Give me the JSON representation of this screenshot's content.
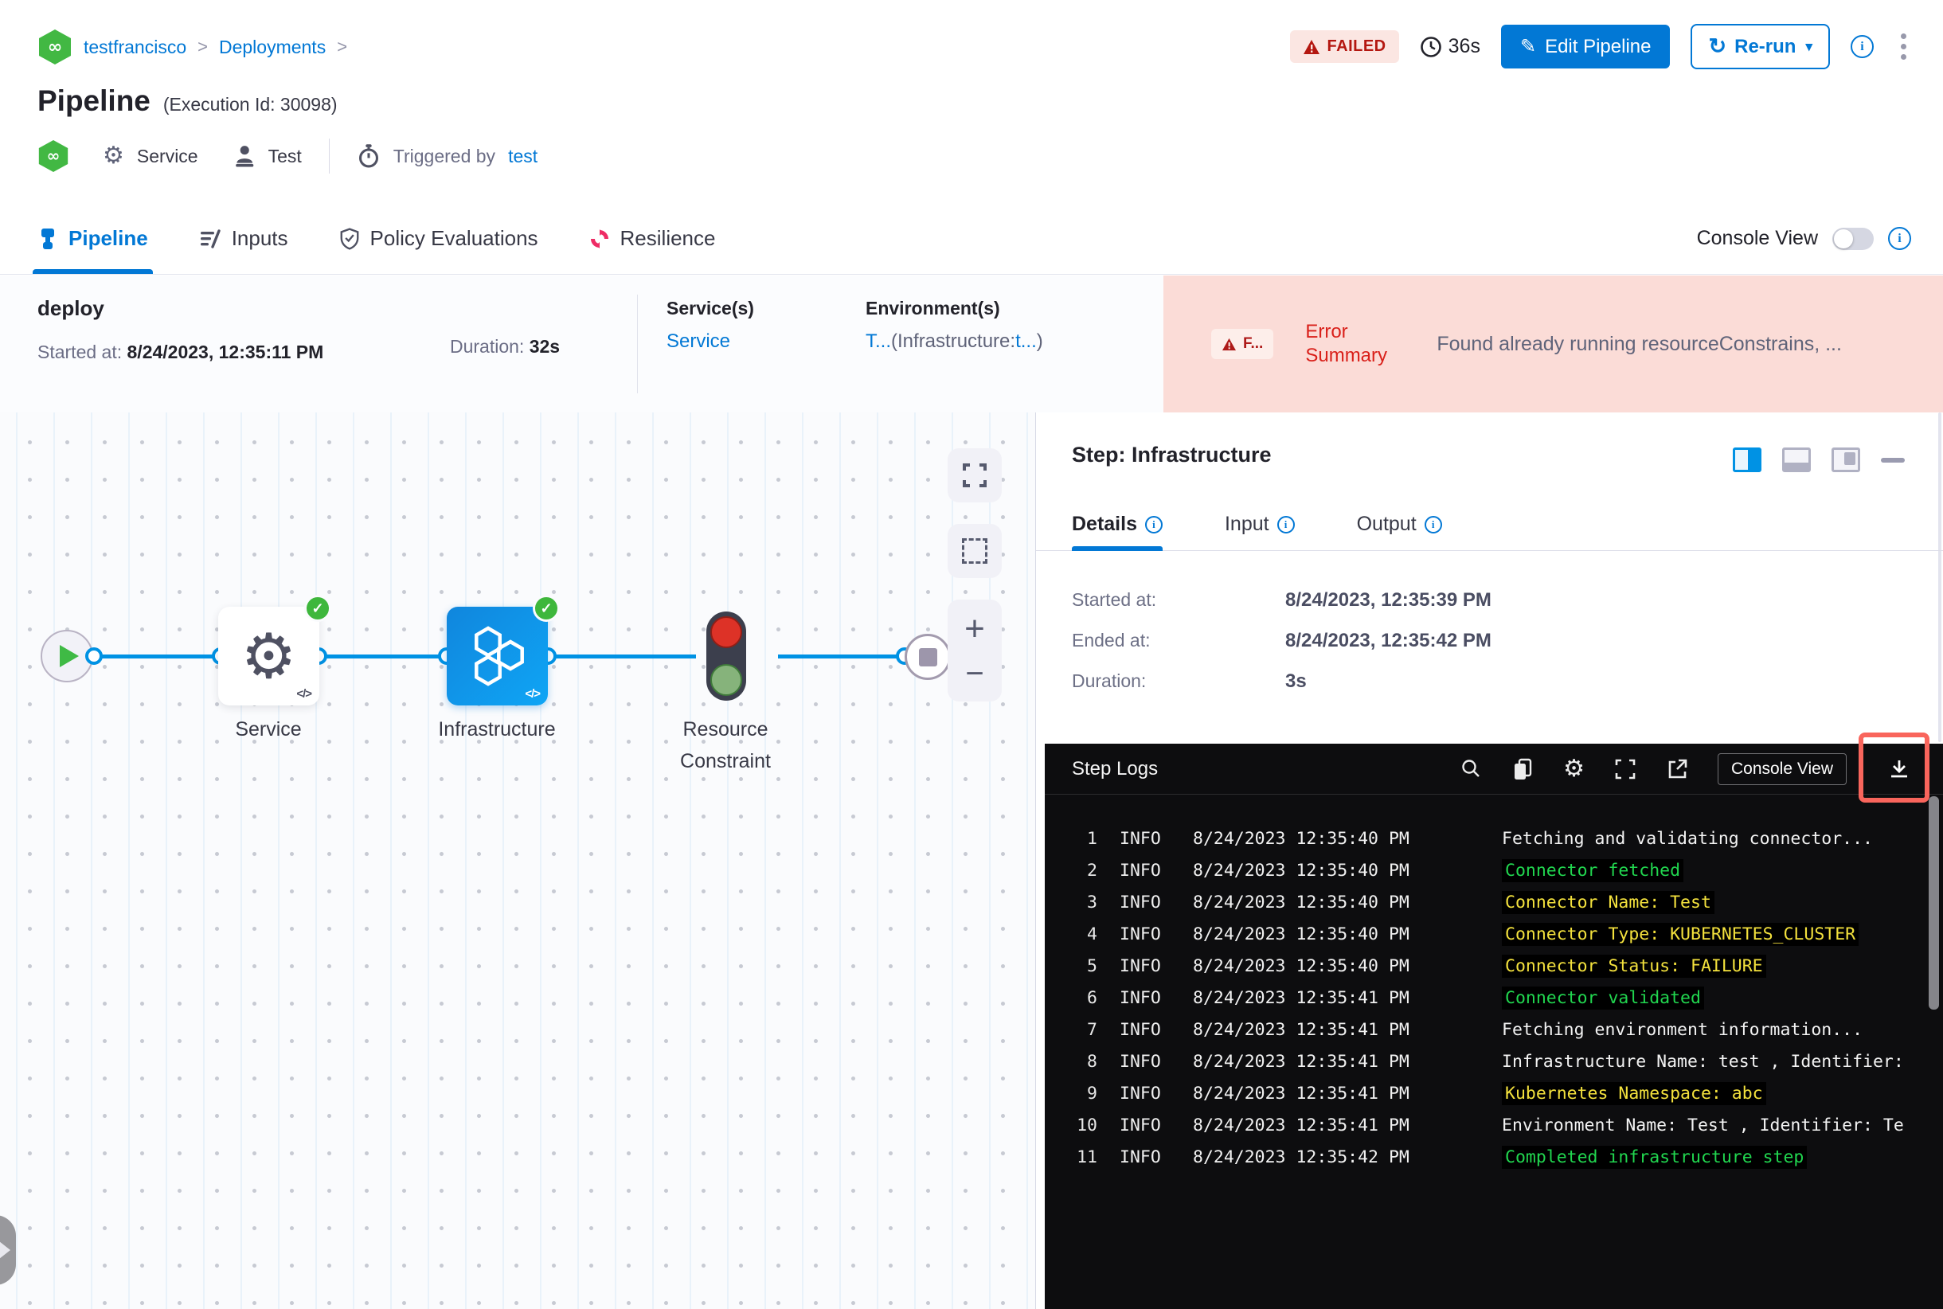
{
  "colors": {
    "primary_blue": "#0278d5",
    "graph_blue": "#0092e4",
    "failed_red": "#b41710",
    "error_bg": "#fbdcd7",
    "success_green": "#3eb73c",
    "log_green": "#21d64f",
    "log_yellow": "#f3e13d",
    "console_bg": "#0d0d0f",
    "annotation_red": "#f9655c"
  },
  "header": {
    "breadcrumb": {
      "project": "testfrancisco",
      "section": "Deployments",
      "separator": ">"
    },
    "title": "Pipeline",
    "execution_id": "(Execution Id: 30098)",
    "meta": {
      "logo_glyph": "∞",
      "service_label": "Service",
      "test_label": "Test",
      "triggered_by_label": "Triggered by",
      "triggered_by_value": "test"
    },
    "status_badge": "FAILED",
    "total_duration": "36s",
    "edit_pipeline_label": "Edit Pipeline",
    "rerun_label": "Re-run"
  },
  "tabs": {
    "items": [
      {
        "label": "Pipeline",
        "active": true
      },
      {
        "label": "Inputs",
        "active": false
      },
      {
        "label": "Policy Evaluations",
        "active": false
      },
      {
        "label": "Resilience",
        "active": false
      }
    ],
    "console_view_label": "Console View",
    "console_view_on": false
  },
  "summary": {
    "stage_name": "deploy",
    "started_label": "Started at:",
    "started_value": "8/24/2023, 12:35:11 PM",
    "duration_label": "Duration:",
    "duration_value": "32s",
    "services_label": "Service(s)",
    "services_value": "Service",
    "environments_label": "Environment(s)",
    "env_part1": "T...",
    "env_part2": "(Infrastructure:",
    "env_part3": "t...",
    "env_part4": ")",
    "failed_short": "F...",
    "error_summary_label": "Error Summary",
    "error_summary_text": "Found already running resourceConstrains, ..."
  },
  "graph": {
    "nodes": [
      {
        "label": "Service"
      },
      {
        "label": "Infrastructure"
      },
      {
        "label": "Resource Constraint"
      }
    ],
    "code_tag": "</>",
    "check_glyph": "✓"
  },
  "step_panel": {
    "title": "Step: Infrastructure",
    "tabs": [
      "Details",
      "Input",
      "Output"
    ],
    "details": [
      {
        "label": "Started at:",
        "value": "8/24/2023, 12:35:39 PM"
      },
      {
        "label": "Ended at:",
        "value": "8/24/2023, 12:35:42 PM"
      },
      {
        "label": "Duration:",
        "value": "3s"
      }
    ]
  },
  "console": {
    "title": "Step Logs",
    "console_view_label": "Console View",
    "logs": [
      {
        "num": "1",
        "level": "INFO",
        "time": "8/24/2023 12:35:40 PM",
        "msg": "Fetching and validating connector...",
        "color": "white"
      },
      {
        "num": "2",
        "level": "INFO",
        "time": "8/24/2023 12:35:40 PM",
        "msg": "Connector fetched",
        "color": "green"
      },
      {
        "num": "3",
        "level": "INFO",
        "time": "8/24/2023 12:35:40 PM",
        "msg": "Connector Name: Test",
        "color": "yellow"
      },
      {
        "num": "4",
        "level": "INFO",
        "time": "8/24/2023 12:35:40 PM",
        "msg": "Connector Type: KUBERNETES_CLUSTER",
        "color": "yellow"
      },
      {
        "num": "5",
        "level": "INFO",
        "time": "8/24/2023 12:35:40 PM",
        "msg": "Connector Status: FAILURE",
        "color": "yellow"
      },
      {
        "num": "6",
        "level": "INFO",
        "time": "8/24/2023 12:35:41 PM",
        "msg": "Connector validated",
        "color": "green"
      },
      {
        "num": "7",
        "level": "INFO",
        "time": "8/24/2023 12:35:41 PM",
        "msg": "Fetching environment information...",
        "color": "white"
      },
      {
        "num": "8",
        "level": "INFO",
        "time": "8/24/2023 12:35:41 PM",
        "msg": "Infrastructure Name: test , Identifier:",
        "color": "white"
      },
      {
        "num": "9",
        "level": "INFO",
        "time": "8/24/2023 12:35:41 PM",
        "msg": "Kubernetes Namespace: abc",
        "color": "yellow"
      },
      {
        "num": "10",
        "level": "INFO",
        "time": "8/24/2023 12:35:41 PM",
        "msg": "Environment Name: Test , Identifier: Te",
        "color": "white"
      },
      {
        "num": "11",
        "level": "INFO",
        "time": "8/24/2023 12:35:42 PM",
        "msg": "Completed infrastructure step",
        "color": "green"
      }
    ]
  }
}
